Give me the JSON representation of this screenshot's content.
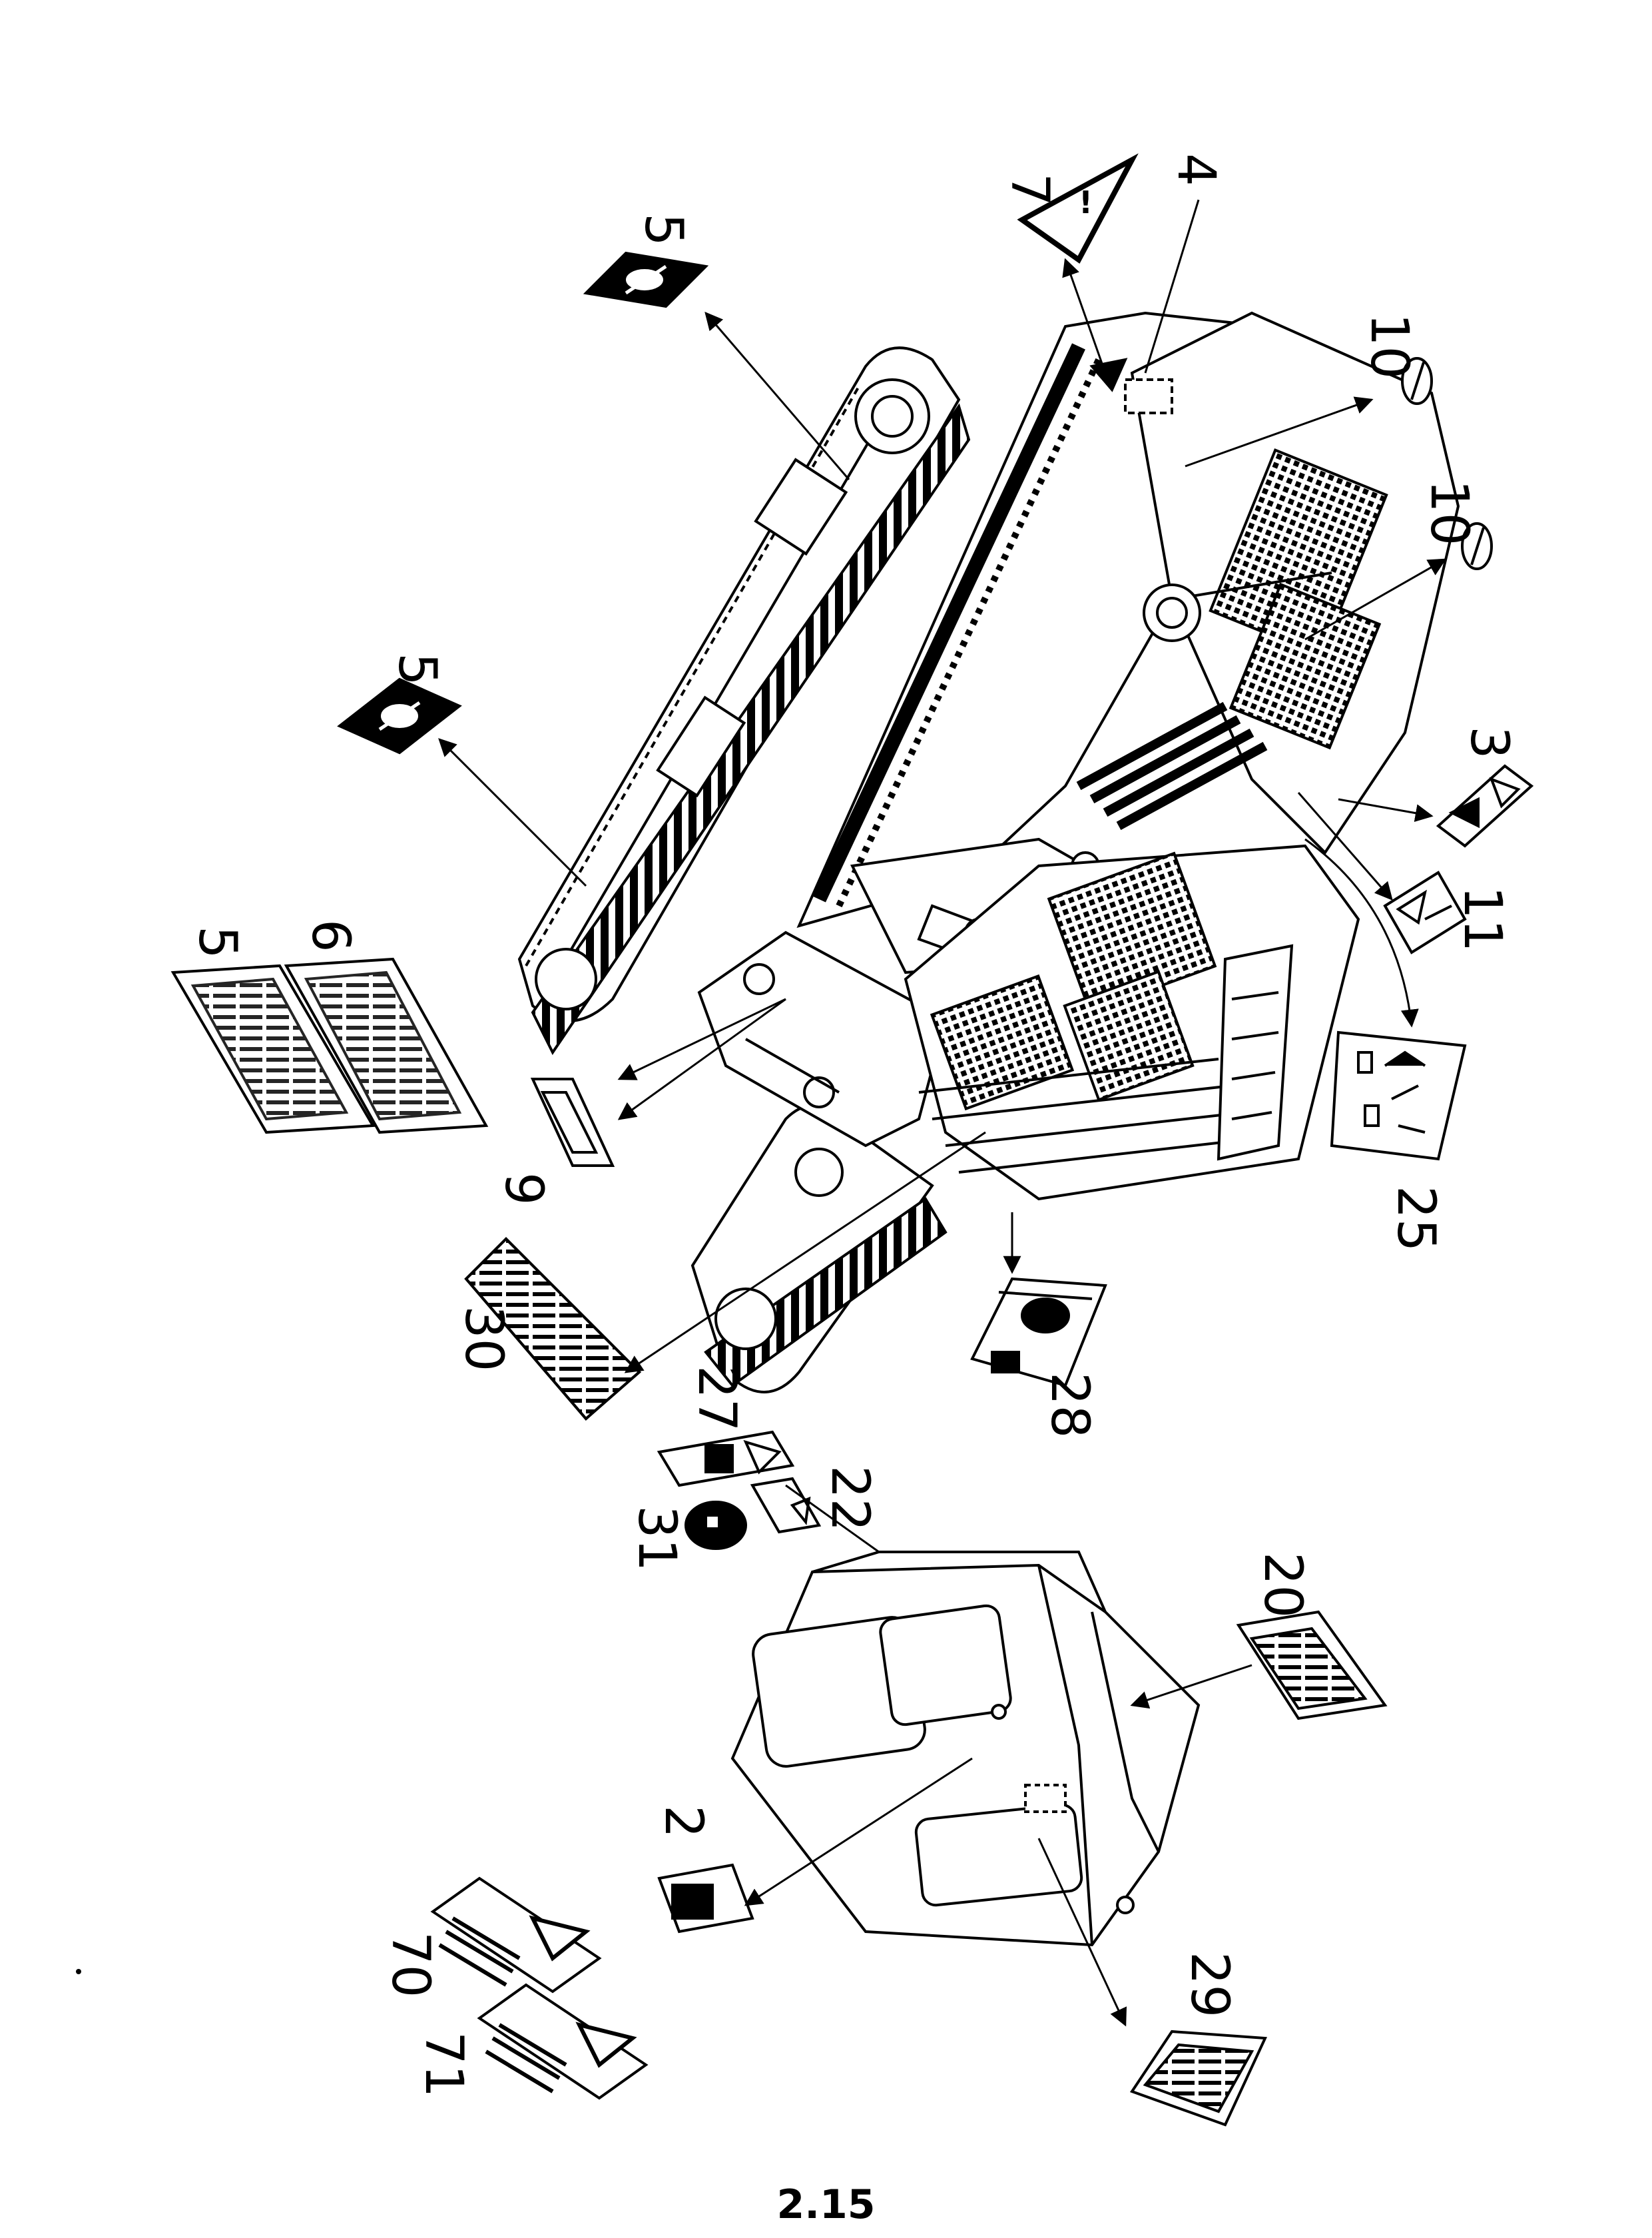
{
  "callouts": {
    "c2": "2",
    "c3": "3",
    "c4": "4",
    "c5a": "5",
    "c5b": "5",
    "c5c": "5",
    "c6": "6",
    "c7": "7",
    "c9": "9",
    "c10a": "10",
    "c10b": "10",
    "c11": "11",
    "c20": "20",
    "c22": "22",
    "c25": "25",
    "c27": "27",
    "c28": "28",
    "c29": "29",
    "c30": "30",
    "c31": "31",
    "c70": "70",
    "c71": "71"
  },
  "page_number": "2.15",
  "colors": {
    "ink": "#000000",
    "paper": "#ffffff"
  }
}
